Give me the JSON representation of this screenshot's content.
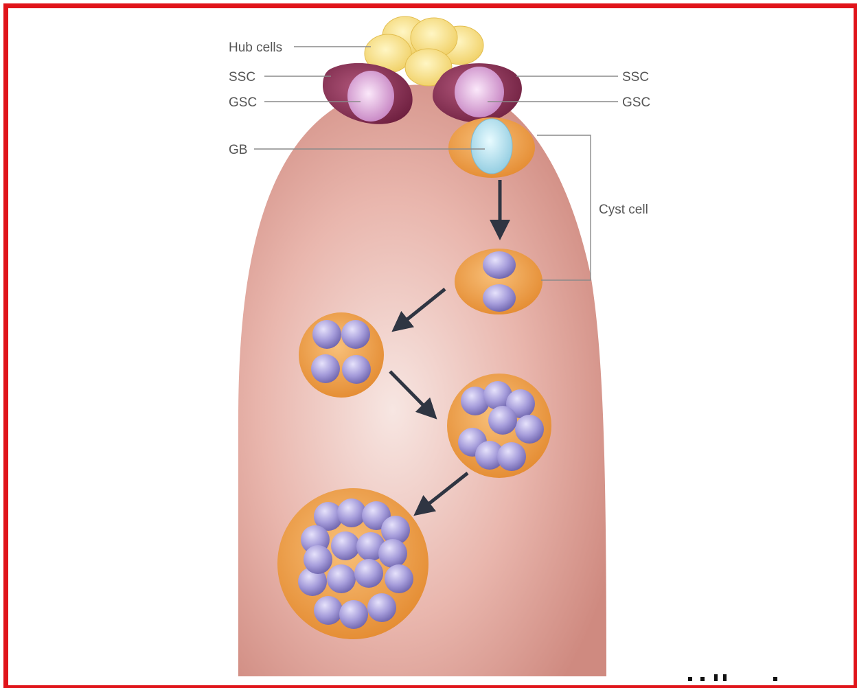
{
  "labels": {
    "hub_cells": "Hub cells",
    "ssc_left": "SSC",
    "gsc_left": "GSC",
    "ssc_right": "SSC",
    "gsc_right": "GSC",
    "gb": "GB",
    "cyst_cell": "Cyst cell"
  },
  "colors": {
    "frame": "#e0141a",
    "tissue": "#d99890",
    "hub": "#f5dc7c",
    "ssc": "#8c2f52",
    "gsc": "#d9a3d6",
    "gb": "#aee0ef",
    "cyst": "#ef9a3c",
    "germ_cell": "#a49bd8",
    "arrow": "#2f3542"
  },
  "icons": [
    "arrow-down",
    "arrow-down-left",
    "arrow-down-right"
  ]
}
